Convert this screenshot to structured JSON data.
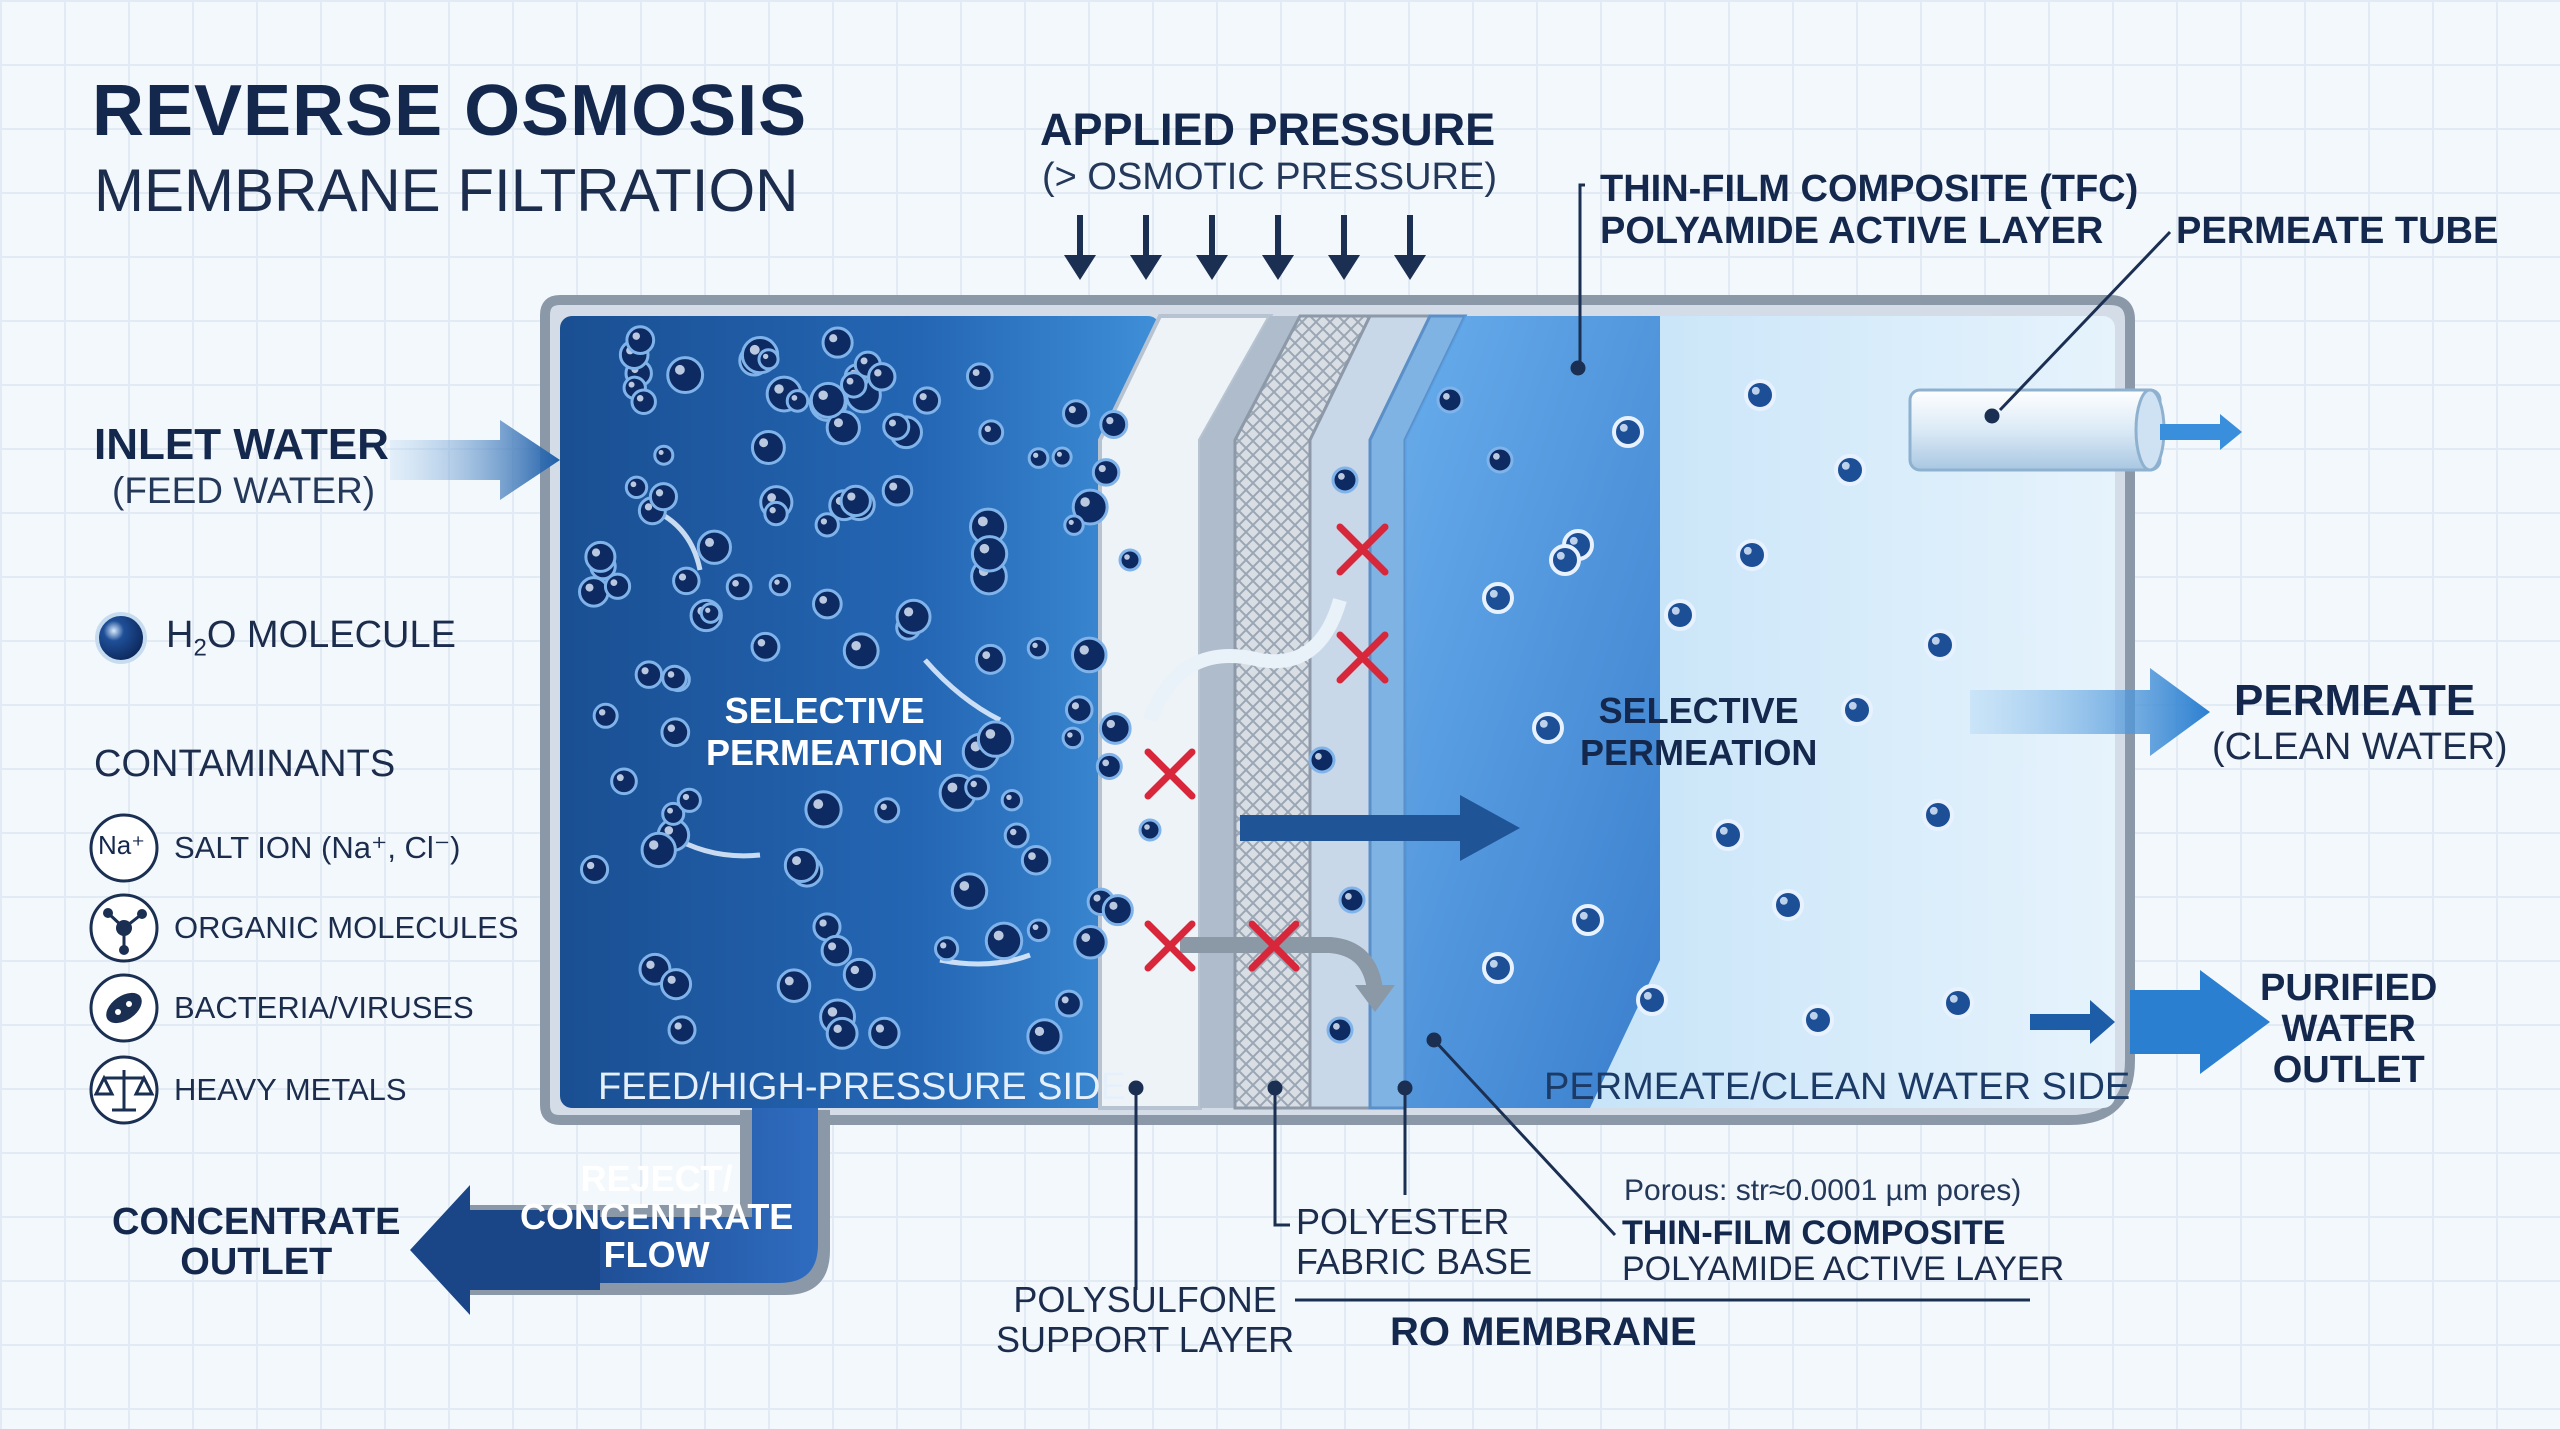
{
  "title": {
    "line1": "REVERSE OSMOSIS",
    "line2": "MEMBRANE FILTRATION"
  },
  "pressure": {
    "label": "APPLIED PRESSURE",
    "sub": "(> OSMOTIC PRESSURE)"
  },
  "tfc_top": {
    "line1": "THIN-FILM COMPOSITE (TFC)",
    "line2": "POLYAMIDE ACTIVE LAYER"
  },
  "permeate_tube": "PERMEATE TUBE",
  "inlet": {
    "line1": "INLET WATER",
    "line2": "(FEED WATER)"
  },
  "legend": {
    "h2o_prefix": "H",
    "h2o_sub": "2",
    "h2o_suffix": "O MOLECULE",
    "contaminants_title": "CONTAMINANTS",
    "items": [
      {
        "badge": "Na⁺",
        "label": "SALT ION (Na⁺, Cl⁻)",
        "icon": "salt-ion-icon"
      },
      {
        "label": "ORGANIC MOLECULES",
        "icon": "molecule-icon"
      },
      {
        "label": "BACTERIA/VIRUSES",
        "icon": "bacteria-icon"
      },
      {
        "label": "HEAVY METALS",
        "icon": "scales-icon"
      }
    ]
  },
  "feed_selective": {
    "line1": "SELECTIVE",
    "line2": "PERMEATION"
  },
  "clean_selective": {
    "line1": "SELECTIVE",
    "line2": "PERMEATION"
  },
  "feed_side": "FEED/HIGH-PRESSURE SIDE",
  "clean_side": "PERMEATE/CLEAN WATER SIDE",
  "permeate": {
    "line1": "PERMEATE",
    "line2": "(CLEAN WATER)"
  },
  "purified": {
    "line1": "PURIFIED",
    "line2": "WATER",
    "line3": "OUTLET"
  },
  "concentrate": {
    "line1": "CONCENTRATE",
    "line2": "OUTLET"
  },
  "reject": {
    "line1": "REJECT/",
    "line2": "CONCENTRATE",
    "line3": "FLOW"
  },
  "polyester": {
    "line1": "POLYESTER",
    "line2": "FABRIC BASE"
  },
  "polysulfone": {
    "line1": "POLYSULFONE",
    "line2": "SUPPORT LAYER"
  },
  "porous": "Porous: str≈0.0001 µm pores)",
  "tfc_bottom": {
    "line1": "THIN-FILM COMPOSITE",
    "line2": "POLYAMIDE ACTIVE LAYER"
  },
  "ro_membrane": "RO MEMBRANE",
  "colors": {
    "feed_blue": "#1f5fa8",
    "clean_blue": "#cfe6f8",
    "reject_red": "#d8273a",
    "text_navy": "#14284d"
  }
}
